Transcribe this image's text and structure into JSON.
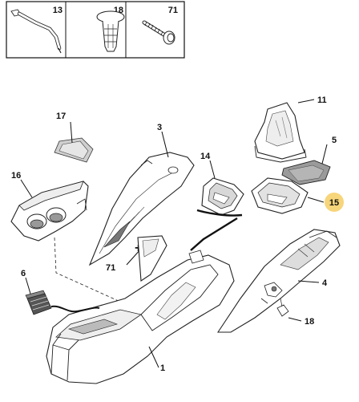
{
  "legend": {
    "cells": [
      {
        "label": "13",
        "icon": "cable-tie-icon"
      },
      {
        "label": "18",
        "icon": "push-clip-icon"
      },
      {
        "label": "71",
        "icon": "screw-icon"
      }
    ]
  },
  "callouts": {
    "c1": "1",
    "c3": "3",
    "c4": "4",
    "c5": "5",
    "c6": "6",
    "c11": "11",
    "c14": "14",
    "c15": "15",
    "c16": "16",
    "c17": "17",
    "c18": "18",
    "c71": "71"
  },
  "colors": {
    "highlight": "#f7d57a",
    "line": "#111111"
  }
}
